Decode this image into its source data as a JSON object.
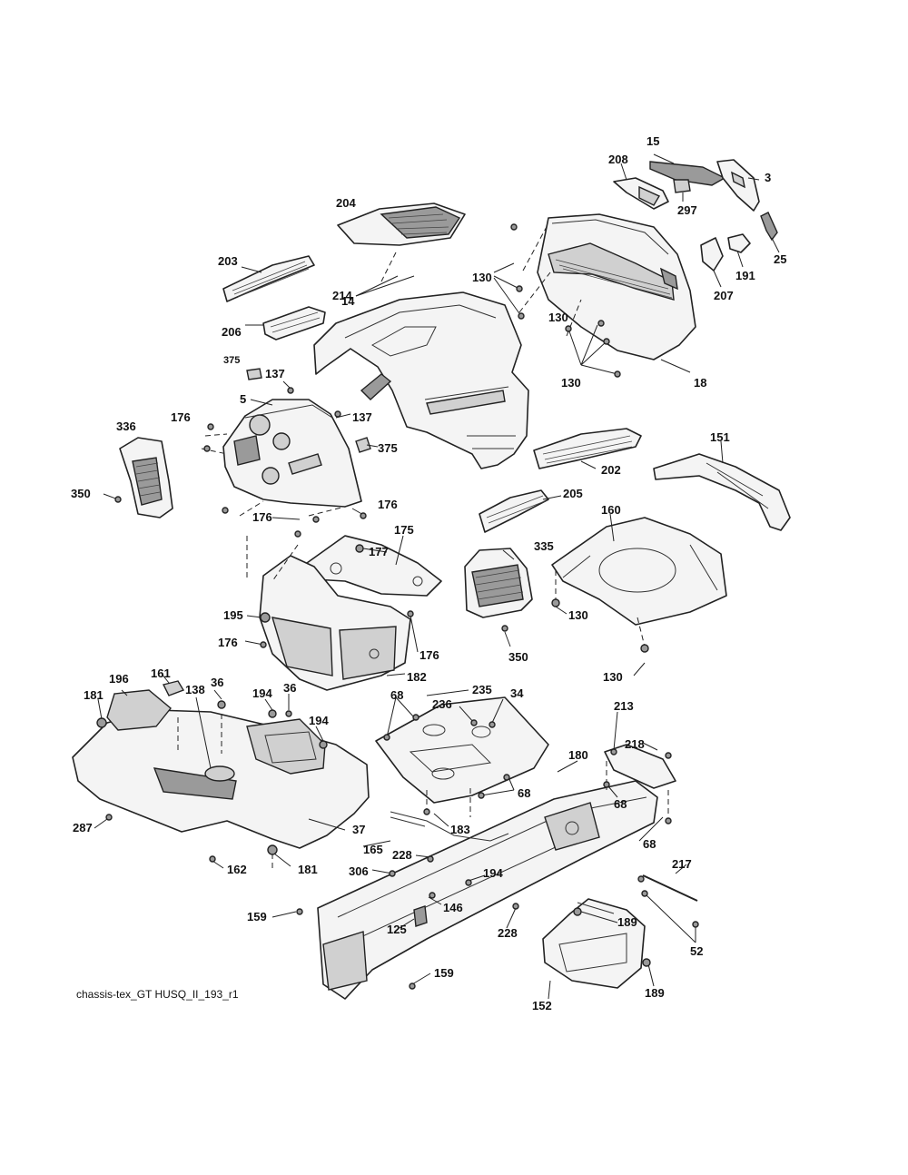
{
  "caption": "chassis-tex_GT HUSQ_II_193_r1",
  "labels": {
    "p15": "15",
    "p208": "208",
    "p3": "3",
    "p297": "297",
    "p25": "25",
    "p191": "191",
    "p207": "207",
    "p204": "204",
    "p130a": "130",
    "p130b": "130",
    "p130c": "130",
    "p130d": "130",
    "p130e": "130",
    "p18": "18",
    "p203": "203",
    "p214": "214",
    "p14": "14",
    "p206": "206",
    "p375a": "375",
    "p137a": "137",
    "p137b": "137",
    "p5": "5",
    "p375b": "375",
    "p336": "336",
    "p176a": "176",
    "p176b": "176",
    "p176c": "176",
    "p176d": "176",
    "p176e": "176",
    "p350a": "350",
    "p202": "202",
    "p151": "151",
    "p205": "205",
    "p175": "175",
    "p177": "177",
    "p160": "160",
    "p335": "335",
    "p195": "195",
    "p182": "182",
    "p350b": "350",
    "p196": "196",
    "p161": "161",
    "p36a": "36",
    "p36b": "36",
    "p138": "138",
    "p194a": "194",
    "p194b": "194",
    "p194c": "194",
    "p181a": "181",
    "p181b": "181",
    "p287": "287",
    "p37": "37",
    "p162": "162",
    "p68a": "68",
    "p68b": "68",
    "p68c": "68",
    "p68d": "68",
    "p235": "235",
    "p236": "236",
    "p34": "34",
    "p213": "213",
    "p218": "218",
    "p180": "180",
    "p183": "183",
    "p165": "165",
    "p228a": "228",
    "p228b": "228",
    "p306": "306",
    "p146": "146",
    "p159a": "159",
    "p159b": "159",
    "p125": "125",
    "p217": "217",
    "p189a": "189",
    "p189b": "189",
    "p52": "52",
    "p152": "152"
  }
}
